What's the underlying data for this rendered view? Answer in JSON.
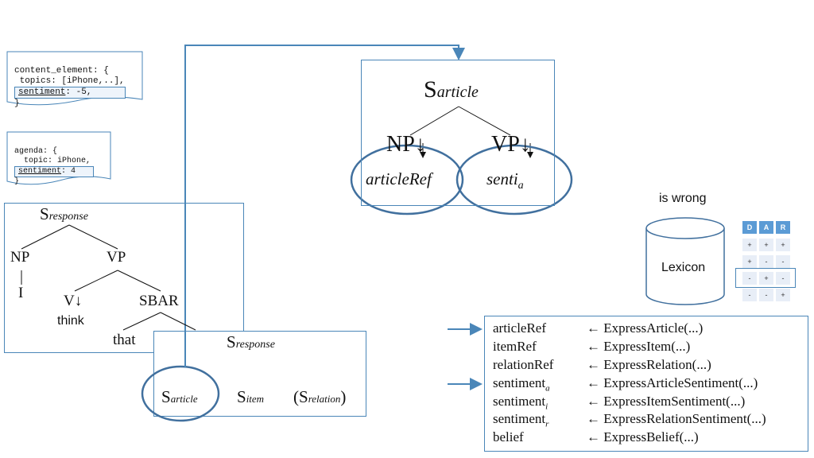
{
  "content_element": {
    "line1": "content_element: {",
    "line2": " topics: [iPhone,..],",
    "sentiment_key": "sentiment",
    "sentiment_val": ": -5,",
    "close": "}"
  },
  "agenda": {
    "line1": "agenda: {",
    "line2": "  topic: iPhone,",
    "sentiment_key": "sentiment",
    "sentiment_val": ": 4",
    "close": "}"
  },
  "tree_article": {
    "root_base": "S",
    "root_sub": "article",
    "np": "NP↓",
    "vp": "VP↓",
    "left_leaf": "articleRef",
    "right_leaf_base": "senti",
    "right_leaf_sub": "a"
  },
  "tree_response_left": {
    "root_base": "S",
    "root_sub": "response",
    "np": "NP",
    "vp": "VP",
    "i": "I",
    "v": "V↓",
    "sbar": "SBAR",
    "think": "think",
    "that": "that"
  },
  "tree_response_right": {
    "root_base": "S",
    "root_sub": "response",
    "c1_base": "S",
    "c1_sub": "article",
    "c2_base": "S",
    "c2_sub": "item",
    "c3_open": "(S",
    "c3_sub": "relation",
    "c3_close": ")"
  },
  "lexicon": {
    "label": "Lexicon",
    "is_wrong": "is wrong"
  },
  "dar_table": {
    "headers": [
      "D",
      "A",
      "R"
    ],
    "rows": [
      [
        "+",
        "+",
        "+"
      ],
      [
        "+",
        "-",
        "-"
      ],
      [
        "-",
        "+",
        "-"
      ],
      [
        "-",
        "-",
        "+"
      ]
    ]
  },
  "rules": [
    {
      "lhs_base": "articleRef",
      "lhs_sub": "",
      "rhs": "← ExpressArticle(...)"
    },
    {
      "lhs_base": "itemRef",
      "lhs_sub": "",
      "rhs": "← ExpressItem(...)"
    },
    {
      "lhs_base": "relationRef",
      "lhs_sub": "",
      "rhs": "← ExpressRelation(...)"
    },
    {
      "lhs_base": "sentiment",
      "lhs_sub": "a",
      "rhs": "← ExpressArticleSentiment(...)"
    },
    {
      "lhs_base": "sentiment",
      "lhs_sub": "i",
      "rhs": "← ExpressItemSentiment(...)"
    },
    {
      "lhs_base": "sentiment",
      "lhs_sub": "r",
      "rhs": "← ExpressRelationSentiment(...)"
    },
    {
      "lhs_base": "belief",
      "lhs_sub": "",
      "rhs": "← ExpressBelief(...)"
    }
  ],
  "colors": {
    "accent": "#4a86b8",
    "table_head": "#5b9bd5",
    "table_body": "#e8eef7"
  }
}
